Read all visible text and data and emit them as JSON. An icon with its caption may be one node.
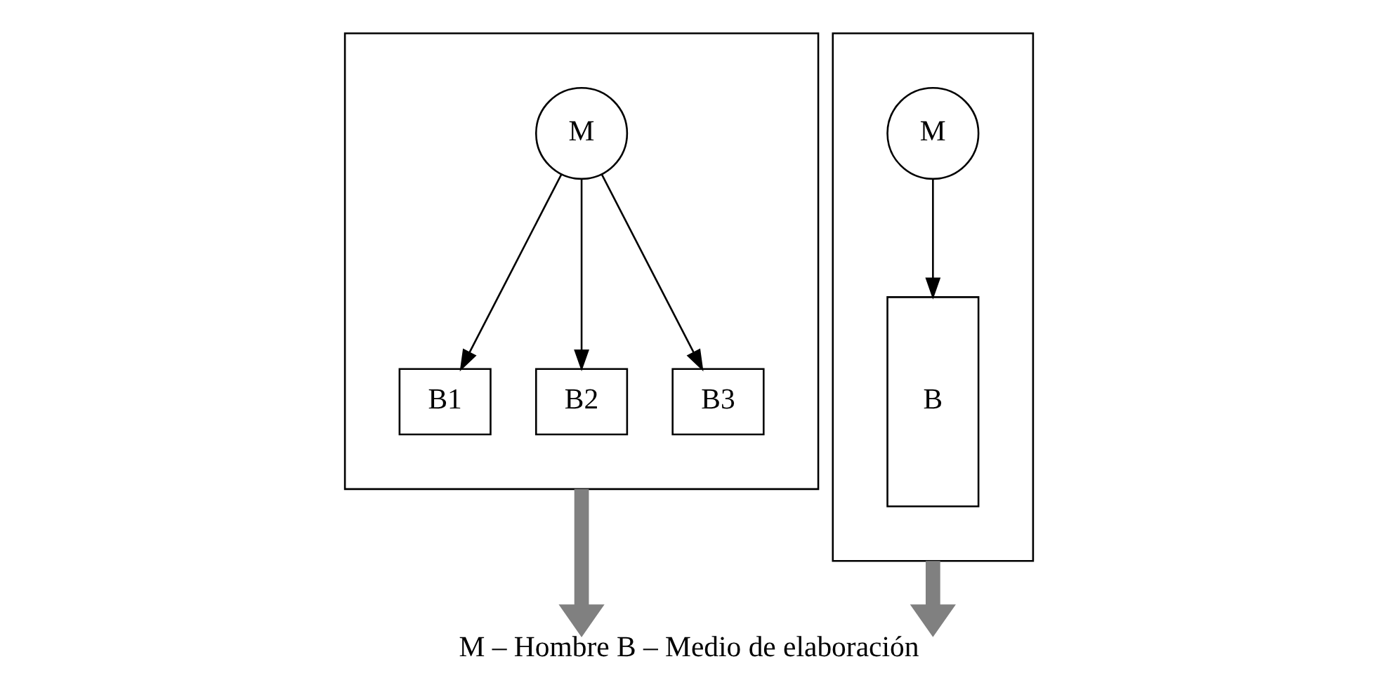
{
  "diagram": {
    "caption": "M – Hombre B – Medio de elaboración",
    "nodes": [
      {
        "text": [],
        "shape": "box"
      },
      {
        "text": [
          "M"
        ],
        "in": 0
      },
      {
        "text": [
          "B1"
        ],
        "in": 0
      },
      {
        "text": [
          "B2"
        ],
        "in": 0
      },
      {
        "text": [
          "B3"
        ],
        "in": 0
      },
      {
        "text": [],
        "shape": "box"
      },
      {
        "text": [
          "M"
        ],
        "in": 5
      },
      {
        "text": [
          "B"
        ],
        "in": 5
      }
    ],
    "edges": [
      {
        "from": 1,
        "to": 2,
        "arrow": "to"
      },
      {
        "from": 1,
        "to": 3,
        "arrow": "to"
      },
      {
        "from": 1,
        "to": 4,
        "arrow": "to"
      },
      {
        "from": 6,
        "to": 7,
        "arrow": "to"
      },
      {
        "from": 0,
        "to": null,
        "arrow": "to",
        "style": "thick",
        "color": "#808080"
      },
      {
        "from": 5,
        "to": null,
        "arrow": "to",
        "style": "thick",
        "color": "#808080"
      }
    ]
  }
}
